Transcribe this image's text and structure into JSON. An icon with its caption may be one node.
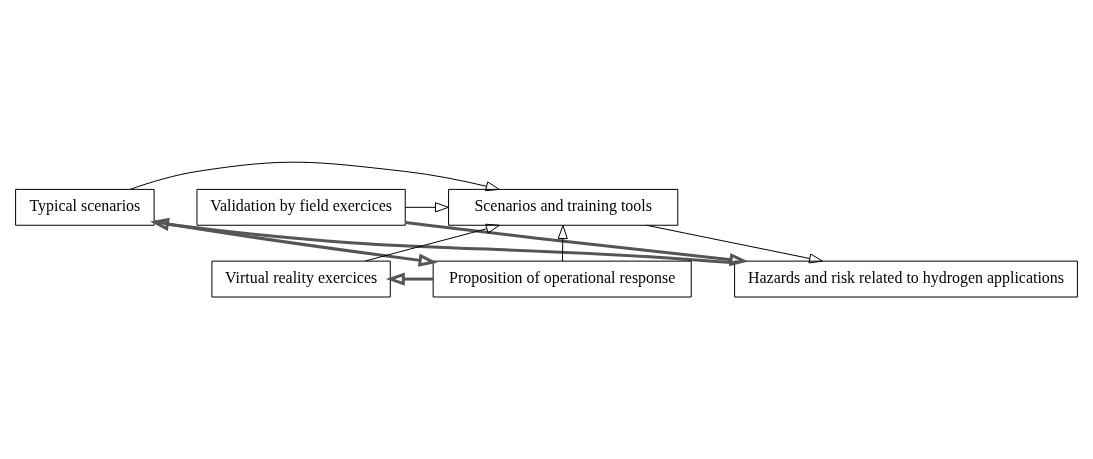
{
  "diagram": {
    "nodes": [
      {
        "text": [
          "Hazards and risk related to hydrogen applications"
        ]
      },
      {
        "text": [
          "Validation by field exercices"
        ]
      },
      {
        "text": [
          "Scenarios and training tools"
        ]
      },
      {
        "text": [
          "Typical scenarios"
        ]
      },
      {
        "text": [
          "Virtual reality exercices"
        ]
      },
      {
        "text": [
          "Proposition of operational response"
        ]
      }
    ],
    "edges": [
      {
        "from": 2,
        "to": 0,
        "arrow": "to"
      },
      {
        "from": 1,
        "to": 2,
        "arrow": "to"
      },
      {
        "from": 4,
        "to": 2,
        "arrow": "to"
      },
      {
        "from": 3,
        "to": 2,
        "arrow": "to"
      },
      {
        "from": 5,
        "to": 2,
        "arrow": "to"
      },
      {
        "from": 0,
        "to": 3,
        "arrow": "to",
        "style": "thick"
      },
      {
        "from": 3,
        "to": 5,
        "arrow": "to",
        "style": "thick"
      },
      {
        "from": 5,
        "to": 4,
        "arrow": "to",
        "style": "thick"
      },
      {
        "from": 1,
        "to": 0,
        "arrow": "to",
        "style": "thick"
      }
    ]
  }
}
